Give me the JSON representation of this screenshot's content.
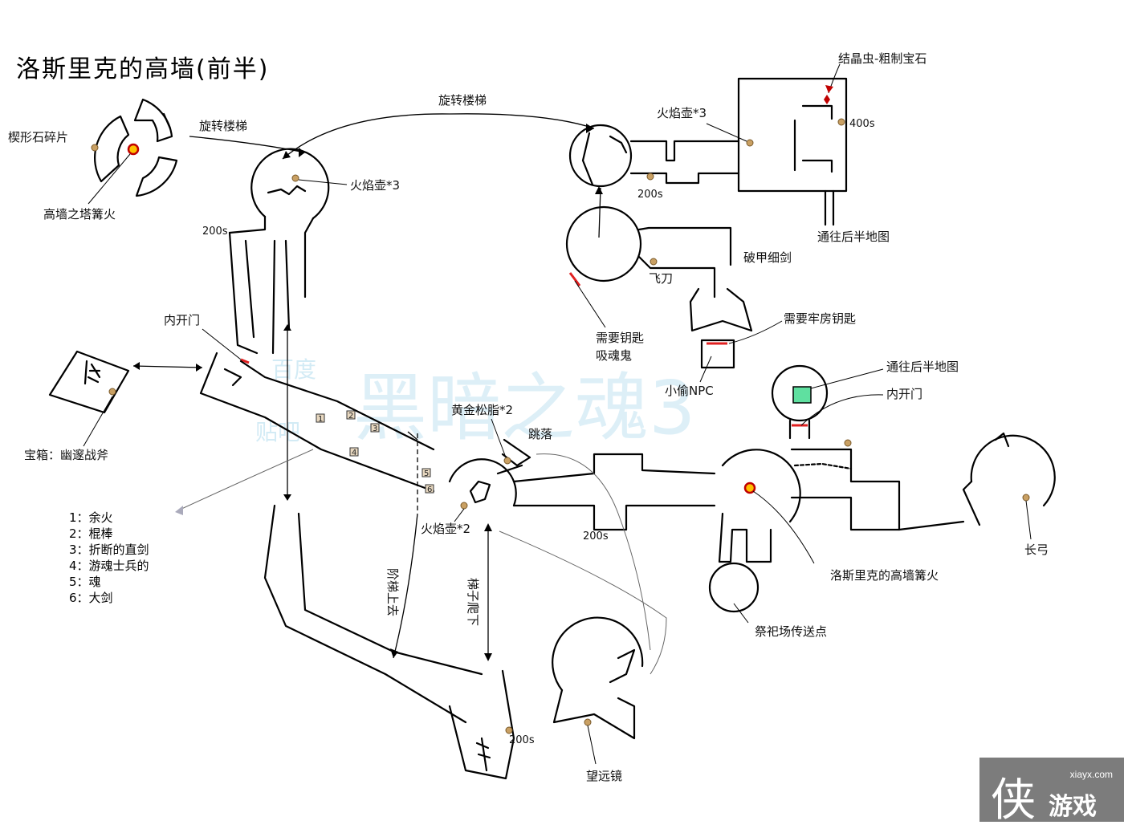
{
  "title": "洛斯里克的高墙(前半)",
  "labels": {
    "wedge_shard": "楔形石碎片",
    "tower_bonfire": "高墙之塔篝火",
    "spiral_stairs_1": "旋转楼梯",
    "spiral_stairs_2": "旋转楼梯",
    "firebomb_top": "火焰壶*3",
    "firebomb_right": "火焰壶*3",
    "souls_200_top": "200s",
    "souls_200_right": "200s",
    "souls_200_mid": "200s",
    "souls_200_bottom": "200s",
    "souls_400": "400s",
    "crystal_lizard": "结晶虫-粗制宝石",
    "to_second_half_1": "通往后半地图",
    "to_second_half_2": "通往后半地图",
    "estoc": "破甲细剑",
    "throwing_knife": "飞刀",
    "needs_key": "需要钥匙",
    "soul_sucker": "吸魂鬼",
    "needs_cell_key": "需要牢房钥匙",
    "thief_npc": "小偷NPC",
    "inner_door_1": "内开门",
    "inner_door_2": "内开门",
    "chest_axe": "宝箱：幽邃战斧",
    "gold_resin": "黄金松脂*2",
    "jump_down": "跳落",
    "firebomb_mid": "火焰壶*2",
    "stairs_up": "阶梯上去",
    "ladder_down": "梯子爬下",
    "lothric_bonfire": "洛斯里克的高墙篝火",
    "longbow": "长弓",
    "shrine_warp": "祭祀场传送点",
    "telescope": "望远镜"
  },
  "legend": [
    {
      "num": "1",
      "text": "1：余火"
    },
    {
      "num": "2",
      "text": "2：棍棒"
    },
    {
      "num": "3",
      "text": "3：折断的直剑"
    },
    {
      "num": "4",
      "text": "4：游魂士兵的"
    },
    {
      "num": "5",
      "text": "5：魂"
    },
    {
      "num": "6",
      "text": "6：大剑"
    }
  ],
  "watermark": {
    "main": "黑暗之魂3",
    "sub1": "百度",
    "sub2": "贴吧"
  },
  "logo": {
    "site": "xiayx.com",
    "glyph": "侠",
    "word": "游戏"
  },
  "colors": {
    "walls": "#000000",
    "item_dot": "#c9a063",
    "bonfire": "#ffc000",
    "locked_door": "#e02020",
    "warp_square": "#5fe0a0",
    "watermark": "#9fd3ea"
  }
}
